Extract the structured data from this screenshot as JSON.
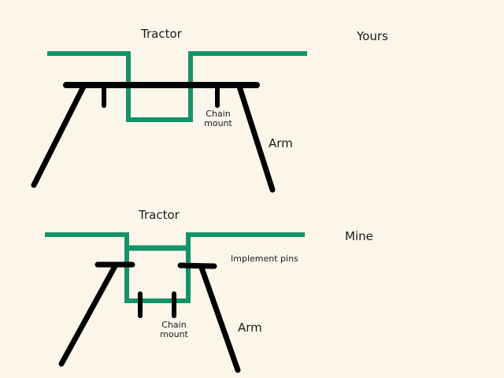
{
  "colors": {
    "background": "#fcf6ea",
    "tractor_green": "#14936a",
    "arm_black": "#000000"
  },
  "top_diagram": {
    "tractor_label": "Tractor",
    "owner_label": "Yours",
    "chain_mount_label_line1": "Chain",
    "chain_mount_label_line2": "mount",
    "arm_label": "Arm"
  },
  "bottom_diagram": {
    "tractor_label": "Tractor",
    "owner_label": "Mine",
    "implement_pins_label": "Implement pins",
    "chain_mount_label_line1": "Chain",
    "chain_mount_label_line2": "mount",
    "arm_label": "Arm"
  }
}
